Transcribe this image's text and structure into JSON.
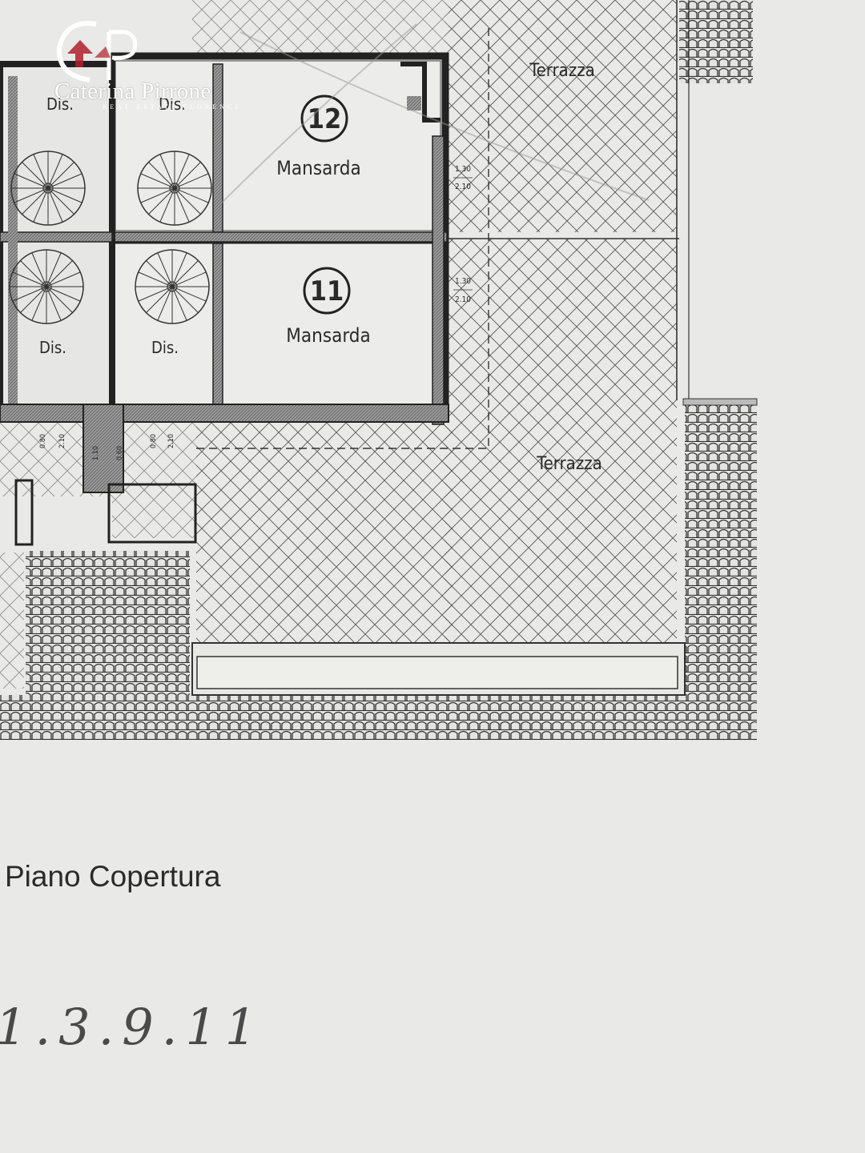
{
  "logo": {
    "monogram": "CP",
    "name": "Caterina Pirrone",
    "tagline": "REAL ESTATE FLORENCE"
  },
  "plan": {
    "terraces": [
      "Terrazza",
      "Terrazza"
    ],
    "rooms": [
      {
        "number": "12",
        "name": "Mansarda",
        "heights": [
          "1.30",
          "2.10"
        ]
      },
      {
        "number": "11",
        "name": "Mansarda",
        "heights": [
          "1.30",
          "2.10"
        ]
      }
    ],
    "corridors": [
      "Dis.",
      "Dis.",
      "Dis.",
      "Dis."
    ],
    "small_dims": [
      "0.80",
      "2.10",
      "0.80",
      "2.10",
      "1.10",
      "0.60"
    ]
  },
  "caption": "Piano Copertura",
  "handwritten_note": "1.3.9.11",
  "colors": {
    "paper": "#e9e9e7",
    "ink": "#2a2a2a",
    "logo_red": "#b0202a"
  }
}
